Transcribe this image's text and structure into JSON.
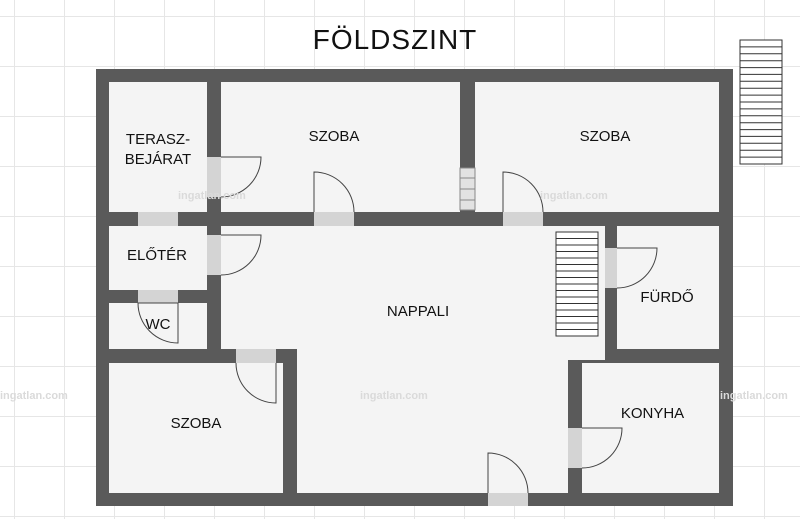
{
  "floor_title": "FÖLDSZINT",
  "rooms": {
    "terasz_bejarat_line1": "TERASZ-",
    "terasz_bejarat_line2": "BEJÁRAT",
    "szoba_top_middle": "SZOBA",
    "szoba_top_right": "SZOBA",
    "eloter": "ELŐTÉR",
    "wc": "WC",
    "nappali": "NAPPALI",
    "furdo": "FÜRDŐ",
    "szoba_bottom_left": "SZOBA",
    "konyha": "KONYHA"
  },
  "watermark": "ingatlan.com",
  "colors": {
    "wall": "#5a5a5a",
    "room_fill": "#f4f4f4",
    "door_gap": "#d4d4d4",
    "grid": "#e6e6e6"
  }
}
